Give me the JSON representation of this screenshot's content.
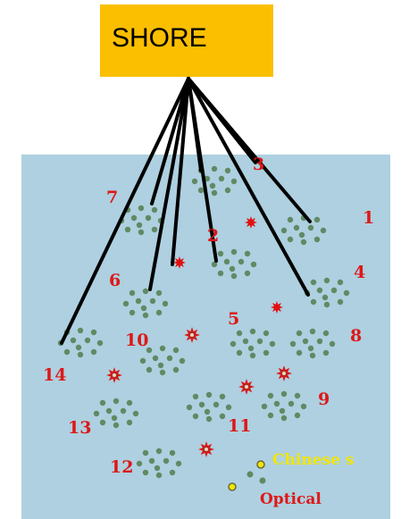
{
  "shore": {
    "label": "SHORE",
    "color": "#fbbf00"
  },
  "sea": {
    "color": "#aed0e0"
  },
  "clusters": [
    "1",
    "2",
    "3",
    "4",
    "5",
    "6",
    "7",
    "8",
    "9",
    "10",
    "11",
    "12",
    "13",
    "14"
  ],
  "legend": {
    "chinese_label": "Chinese s",
    "chinese_color": "#f2e600",
    "optical_label": "Optical",
    "optical_color": "#dd1818"
  },
  "colors": {
    "node": "#5f8a63",
    "star": "#e01010",
    "line": "#000000"
  }
}
